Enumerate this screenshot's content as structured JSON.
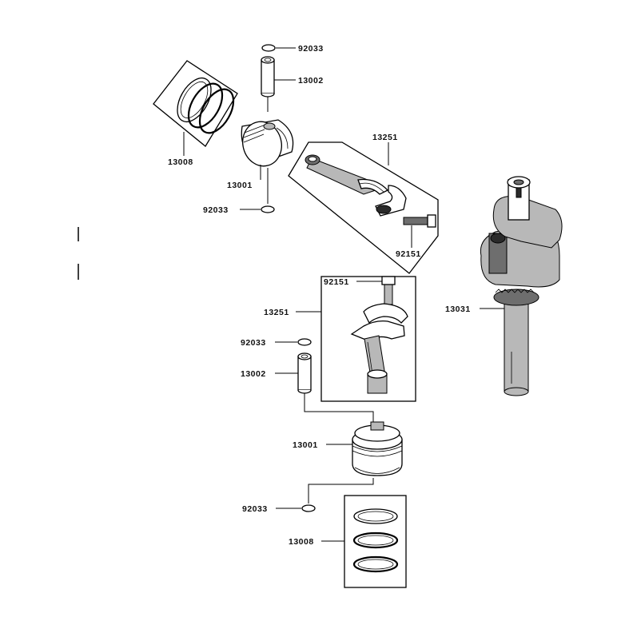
{
  "labels": {
    "top_circlip": "92033",
    "top_pin": "13002",
    "top_rings": "13008",
    "top_piston": "13001",
    "top_circlip_lower": "92033",
    "top_conrod": "13251",
    "top_bolt": "92151",
    "crankshaft": "13031",
    "bottom_bolt": "92151",
    "bottom_conrod": "13251",
    "bottom_circlip": "92033",
    "bottom_pin": "13002",
    "bottom_piston": "13001",
    "bottom_circlip_lower": "92033",
    "bottom_rings": "13008"
  },
  "colors": {
    "line": "#000000",
    "shade": "#6e6e6e",
    "light_shade": "#b8b8b8",
    "background": "#ffffff"
  }
}
